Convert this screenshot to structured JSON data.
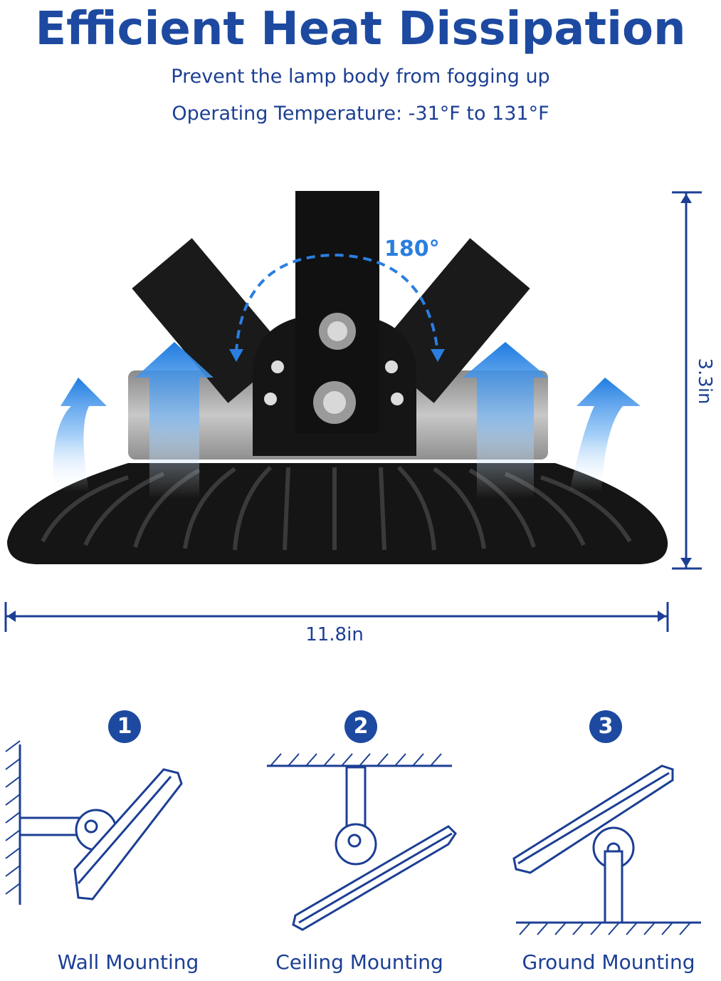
{
  "header": {
    "title": "Efficient Heat Dissipation",
    "subtitle_1": "Prevent the lamp body from fogging up",
    "subtitle_2": "Operating Temperature: -31°F to 131°F"
  },
  "product": {
    "rotation_label": "180°",
    "width_label": "11.8in",
    "height_label": "3.3in"
  },
  "mounting": [
    {
      "number": "1",
      "label": "Wall Mounting"
    },
    {
      "number": "2",
      "label": "Ceiling Mounting"
    },
    {
      "number": "3",
      "label": "Ground Mounting"
    }
  ],
  "colors": {
    "title_blue": "#1d4aa0",
    "text_blue": "#1c3f94",
    "arrow_blue": "#2a7ee0",
    "lamp_black": "#141414"
  }
}
